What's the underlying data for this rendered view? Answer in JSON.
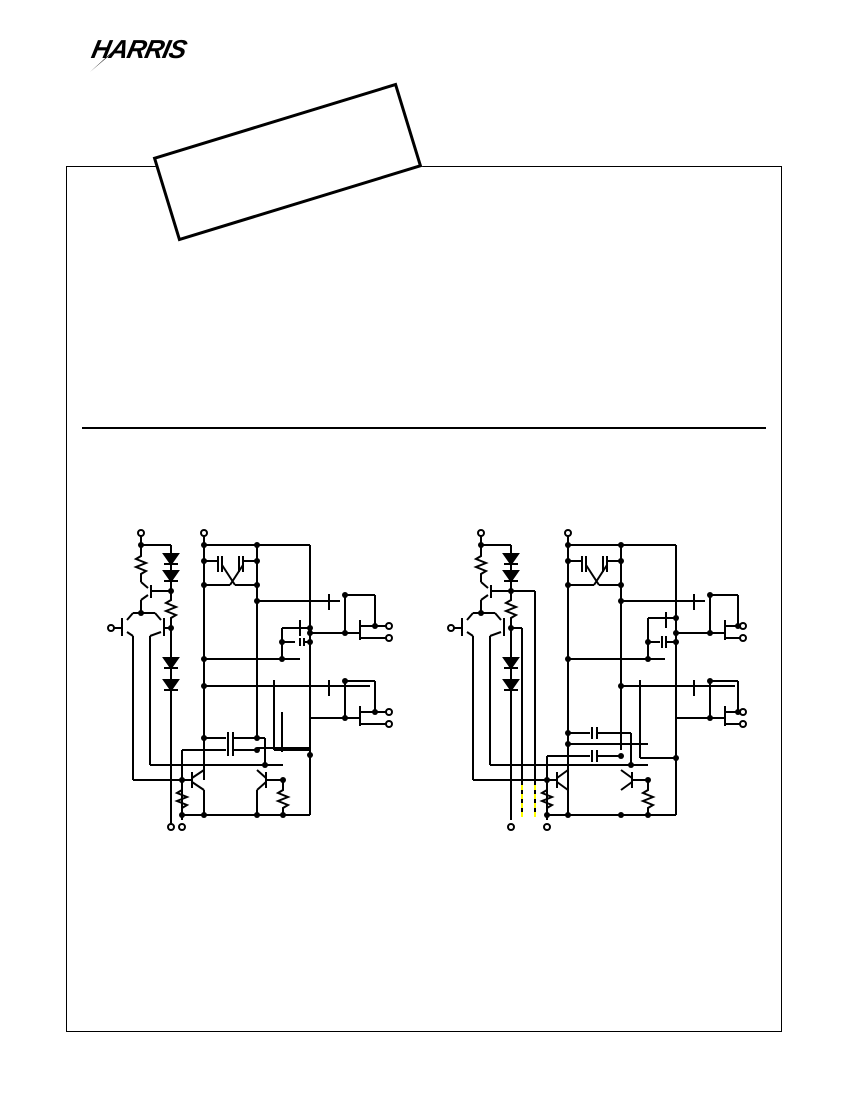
{
  "header": {
    "logo_text": "HARRIS",
    "stamp_text": ""
  },
  "figures": [
    {
      "id": "schematic-left",
      "description": "Transistor-level circuit schematic (left variant)"
    },
    {
      "id": "schematic-right",
      "description": "Transistor-level circuit schematic (right variant) with yellow dashed highlighted connections"
    }
  ],
  "colors": {
    "ink": "#000000",
    "highlight": "#ffff00",
    "background": "#ffffff"
  }
}
